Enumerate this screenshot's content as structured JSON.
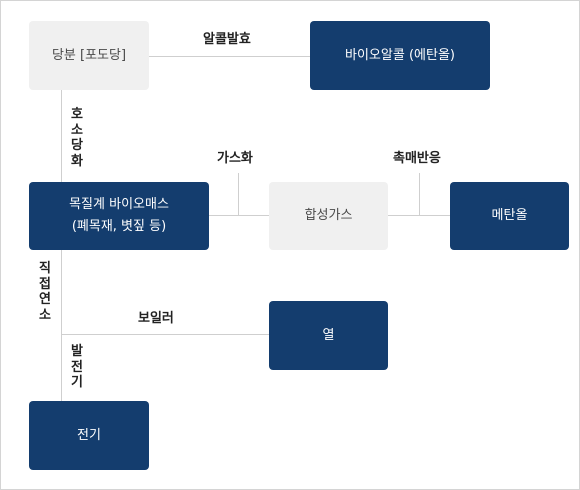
{
  "boxes": {
    "glucose": "당분 [포도당]",
    "bioethanol": "바이오알콜 (에탄올)",
    "woody_biomass_line1": "목질계 바이오매스",
    "woody_biomass_line2": "(폐목재, 볏짚 등)",
    "syngas": "합성가스",
    "methanol": "메탄올",
    "heat": "열",
    "electricity": "전기"
  },
  "edges": {
    "alcohol_fermentation": "알콜발효",
    "saccharification": "호소당화",
    "gasification": "가스화",
    "catalytic_reaction": "촉매반응",
    "direct_combustion": "직접연소",
    "boiler": "보일러",
    "power_generation": "발전기"
  },
  "colors": {
    "dark_box": "#143d6e",
    "light_box": "#f0f0f0",
    "connector": "#cfcfcf"
  }
}
